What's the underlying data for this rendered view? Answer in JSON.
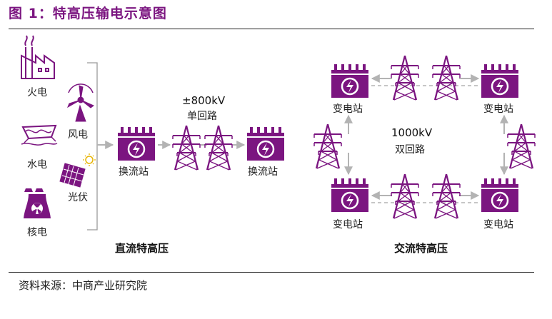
{
  "figure": {
    "title": "图 1：特高压输电示意图",
    "source": "资料来源：中商产业研究院"
  },
  "sources": {
    "thermal": "火电",
    "wind": "风电",
    "hydro": "水电",
    "solar": "光伏",
    "nuclear": "核电"
  },
  "dc": {
    "voltage": "±800kV",
    "circuit": "单回路",
    "station_left": "换流站",
    "station_right": "换流站",
    "section_label": "直流特高压"
  },
  "ac": {
    "voltage": "1000kV",
    "circuit": "双回路",
    "substation_tl": "变电站",
    "substation_tr": "变电站",
    "substation_bl": "变电站",
    "substation_br": "变电站",
    "section_label": "交流特高压"
  },
  "colors": {
    "accent": "#7b1580",
    "arrow": "#b3b3b3",
    "rule": "#222222"
  }
}
